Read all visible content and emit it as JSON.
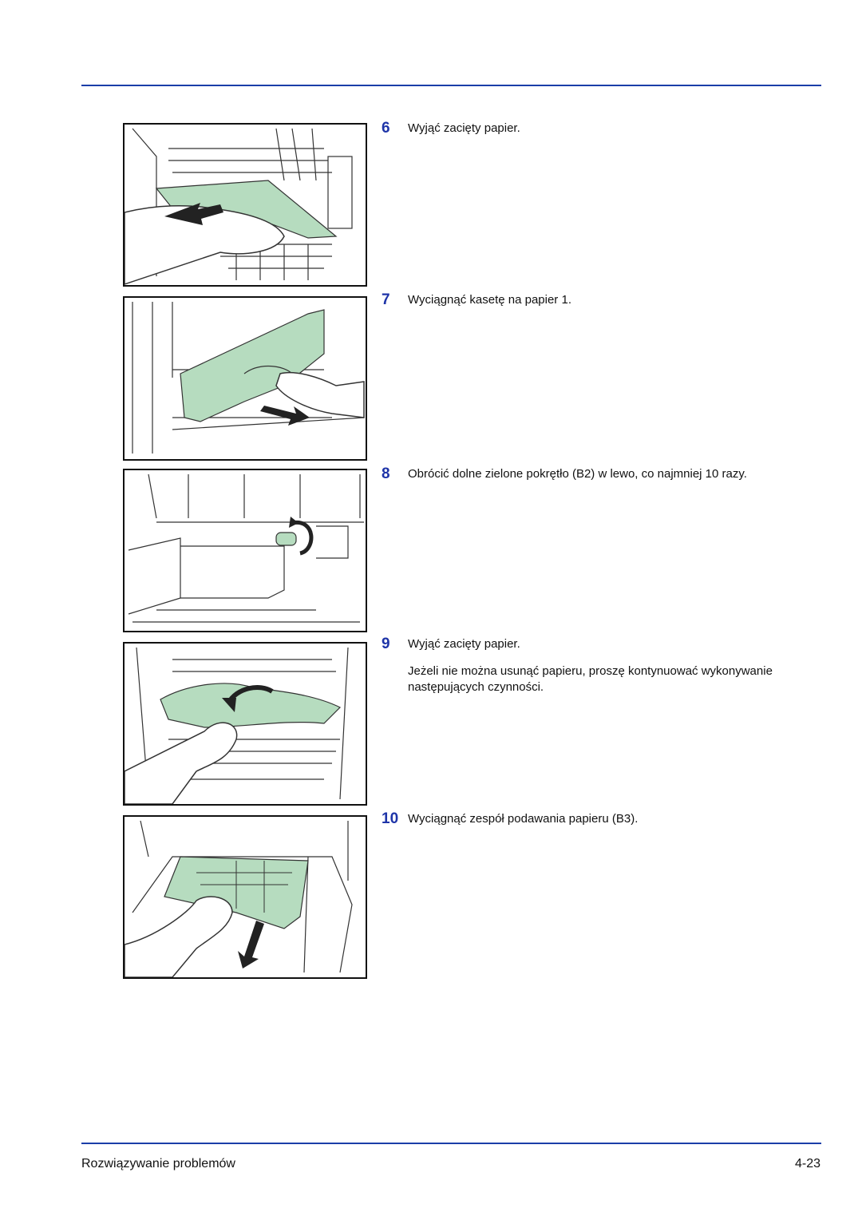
{
  "steps": [
    {
      "number": "6",
      "text": "Wyjąć zacięty papier."
    },
    {
      "number": "7",
      "text": "Wyciągnąć kasetę na papier 1."
    },
    {
      "number": "8",
      "text": "Obrócić dolne zielone pokrętło (B2) w lewo, co najmniej 10 razy."
    },
    {
      "number": "9",
      "text": "Wyjąć zacięty papier.",
      "note": "Jeżeli nie można usunąć papieru, proszę kontynuować wykonywanie następujących czynności."
    },
    {
      "number": "10",
      "text": "Wyciągnąć zespół podawania papieru (B3)."
    }
  ],
  "footer": {
    "section": "Rozwiązywanie problemów",
    "page": "4-23"
  },
  "colors": {
    "rule": "#1a3ea8",
    "step_number": "#1e34a8",
    "accent_green": "#b6dcbf"
  }
}
